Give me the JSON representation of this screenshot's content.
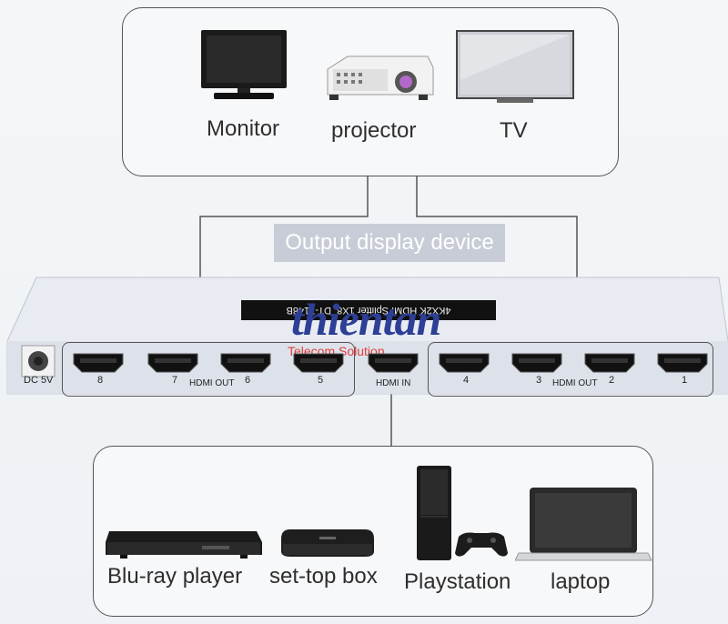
{
  "outputs": {
    "items": [
      {
        "label": "Monitor",
        "icon": "monitor-icon"
      },
      {
        "label": "projector",
        "icon": "projector-icon"
      },
      {
        "label": "TV",
        "icon": "tv-icon"
      }
    ]
  },
  "caption": "Output display device",
  "splitter": {
    "dc_label": "DC 5V",
    "hdmi_in": "HDMI IN",
    "hdmi_out_left": "HDMI OUT",
    "hdmi_out_right": "HDMI OUT",
    "ports_left": [
      "8",
      "7",
      "6",
      "5"
    ],
    "ports_right": [
      "4",
      "3",
      "2",
      "1"
    ],
    "chip_text": "4KX2K HDMI Splitter 1X8",
    "chip_model": "DT-7148B",
    "brand": "thientan",
    "brand_sub": "Telecom Solution"
  },
  "sources": {
    "items": [
      {
        "label": "Blu-ray player",
        "icon": "bluray-player-icon"
      },
      {
        "label": "set-top box",
        "icon": "set-top-box-icon"
      },
      {
        "label": "Playstation",
        "icon": "playstation-icon"
      },
      {
        "label": "laptop",
        "icon": "laptop-icon"
      }
    ]
  },
  "colors": {
    "border": "#555555",
    "caption_bg": "#c7ccd6",
    "splitter_body": "#e9edf3",
    "brand": "#2d3f96",
    "brand_sub": "#e03c3c"
  }
}
